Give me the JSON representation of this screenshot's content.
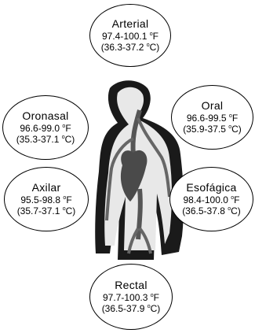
{
  "sites": {
    "arterial": {
      "label": "Arterial",
      "fahrenheit": "97.4-100.1",
      "celsius": "(36.3-37.2",
      "degree": "o",
      "f_unit": "F",
      "c_unit": "C)"
    },
    "oronasal": {
      "label": "Oronasal",
      "fahrenheit": "96.6-99.0",
      "celsius": "(35.3-37.1",
      "degree": "o",
      "f_unit": "F",
      "c_unit": "C)"
    },
    "oral": {
      "label": "Oral",
      "fahrenheit": "96.6-99.5",
      "celsius": "(35.9-37.5",
      "degree": "o",
      "f_unit": "F",
      "c_unit": "C)"
    },
    "axilar": {
      "label": "Axilar",
      "fahrenheit": "95.5-98.8",
      "celsius": "(35.7-37.1",
      "degree": "o",
      "f_unit": "F",
      "c_unit": "C)"
    },
    "esofagica": {
      "label": "Esofágica",
      "fahrenheit": "98.4-100.0",
      "celsius": "(36.5-37.8",
      "degree": "o",
      "f_unit": "F",
      "c_unit": "C)"
    },
    "rectal": {
      "label": "Rectal",
      "fahrenheit": "97.7-100.3",
      "celsius": "(36.5-37.9",
      "degree": "o",
      "f_unit": "F",
      "c_unit": "C)"
    }
  }
}
